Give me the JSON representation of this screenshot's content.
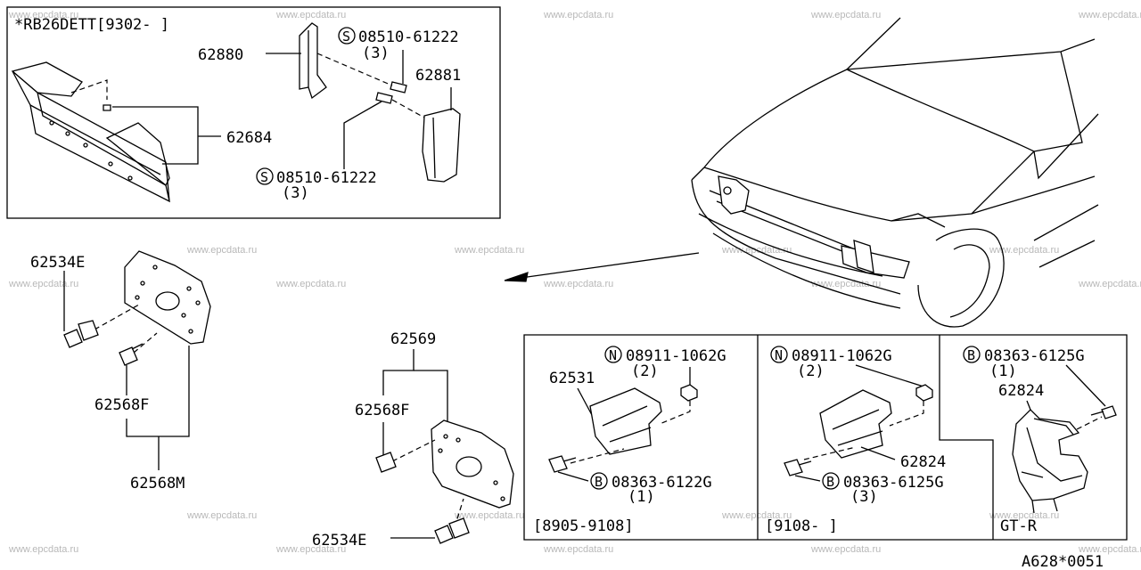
{
  "watermark": "www.epcdata.ru",
  "diagram_code": "A628*0051",
  "inset": {
    "engine_label": "*RB26DETT[9302-    ]",
    "parts": {
      "p62880": "62880",
      "p62881": "62881",
      "p62684": "62684",
      "screw_top": {
        "sym": "S",
        "number": "08510-61222",
        "qty": "(3)"
      },
      "screw_bottom": {
        "sym": "S",
        "number": "08510-61222",
        "qty": "(3)"
      }
    }
  },
  "left_group": {
    "p62534e": "62534E",
    "p62568f": "62568F",
    "p62568m": "62568M"
  },
  "middle_group": {
    "p62569": "62569",
    "p62568f": "62568F",
    "p62534e": "62534E"
  },
  "panel_a": {
    "date": "[8905-9108]",
    "p62531": "62531",
    "nut": {
      "sym": "N",
      "number": "08911-1062G",
      "qty": "(2)"
    },
    "bolt": {
      "sym": "B",
      "number": "08363-6122G",
      "qty": "(1)"
    }
  },
  "panel_b": {
    "date": "[9108-   ]",
    "p62824": "62824",
    "nut": {
      "sym": "N",
      "number": "08911-1062G",
      "qty": "(2)"
    },
    "bolt": {
      "sym": "B",
      "number": "08363-6125G",
      "qty": "(3)"
    }
  },
  "panel_c": {
    "variant": "GT-R",
    "p62824": "62824",
    "bolt": {
      "sym": "B",
      "number": "08363-6125G",
      "qty": "(1)"
    }
  }
}
